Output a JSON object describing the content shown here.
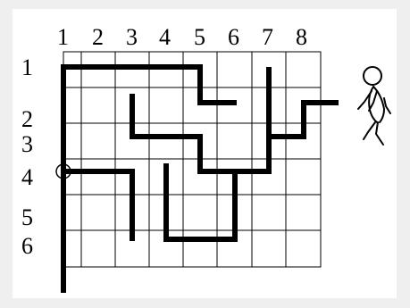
{
  "columns": [
    "1",
    "2",
    "3",
    "4",
    "5",
    "6",
    "7",
    "8"
  ],
  "rows": [
    "1",
    "2",
    "3",
    "4",
    "5",
    "6"
  ],
  "colors": {
    "background": "#efefef",
    "panel": "#ffffff",
    "ink": "#000000"
  },
  "icons": {
    "person": "walking-person-icon",
    "start": "start-circle-icon"
  }
}
